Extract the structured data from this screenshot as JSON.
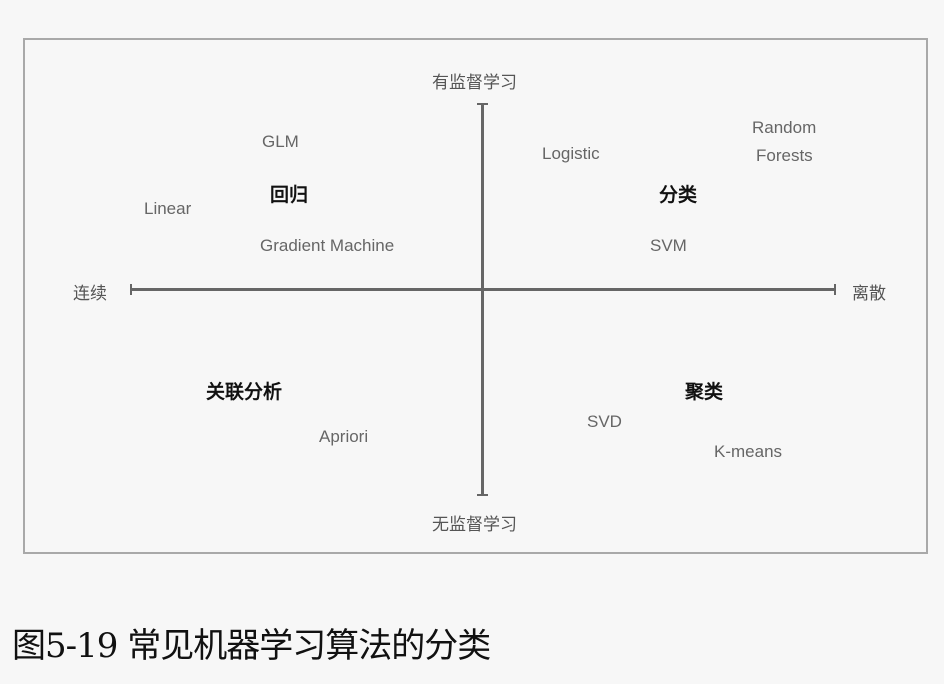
{
  "axes": {
    "top": "有监督学习",
    "bottom": "无监督学习",
    "left": "连续",
    "right": "离散"
  },
  "quadrants": {
    "top_left": {
      "category": "回归",
      "algorithms": [
        "GLM",
        "Linear",
        "Gradient Machine"
      ]
    },
    "top_right": {
      "category": "分类",
      "algorithms": [
        "Logistic",
        "Random Forests",
        "SVM"
      ]
    },
    "bottom_left": {
      "category": "关联分析",
      "algorithms": [
        "Apriori"
      ]
    },
    "bottom_right": {
      "category": "聚类",
      "algorithms": [
        "SVD",
        "K-means"
      ]
    }
  },
  "random_forests_lines": [
    "Random",
    "Forests"
  ],
  "caption": "图5-19 常见机器学习算法的分类",
  "colors": {
    "axis": "#666666",
    "frame": "#a9a9a9",
    "category_text": "#111111",
    "algorithm_text": "#666666",
    "background": "#f7f7f7"
  }
}
